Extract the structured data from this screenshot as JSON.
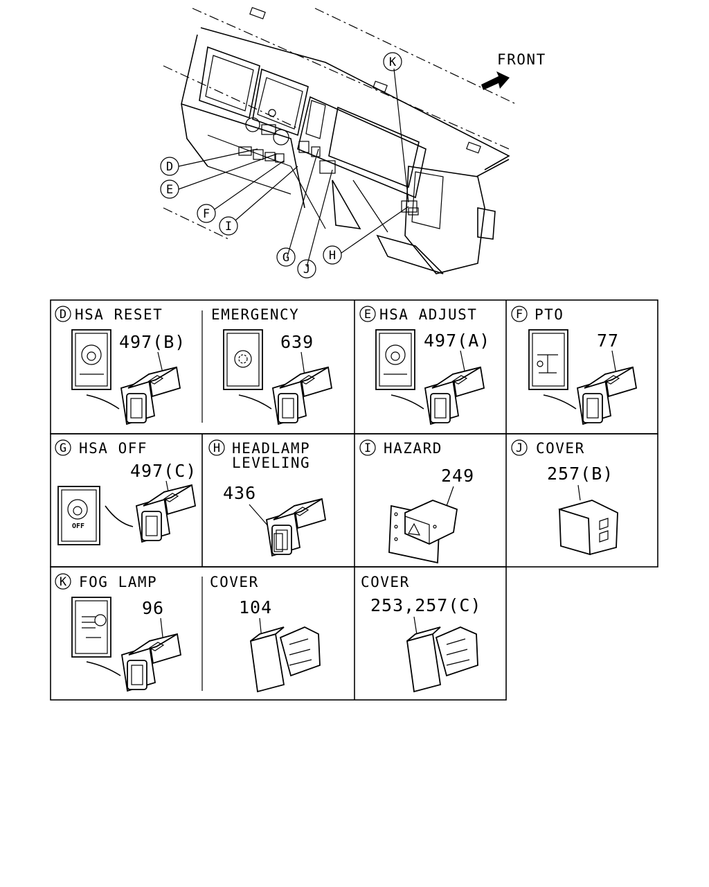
{
  "overview": {
    "front_label": "FRONT",
    "callouts": [
      "D",
      "E",
      "F",
      "I",
      "G",
      "J",
      "H",
      "K"
    ]
  },
  "cells": [
    {
      "letter": "D",
      "title": "HSA RESET",
      "part": "497(B)"
    },
    {
      "letter": "",
      "title": "EMERGENCY",
      "part": "639"
    },
    {
      "letter": "E",
      "title": "HSA ADJUST",
      "part": "497(A)"
    },
    {
      "letter": "F",
      "title": "PTO",
      "part": "77"
    },
    {
      "letter": "G",
      "title": "HSA OFF",
      "part": "497(C)",
      "icon_text": "OFF"
    },
    {
      "letter": "H",
      "title": "HEADLAMP",
      "title2": "LEVELING",
      "part": "436"
    },
    {
      "letter": "I",
      "title": "HAZARD",
      "part": "249"
    },
    {
      "letter": "J",
      "title": "COVER",
      "part": "257(B)"
    },
    {
      "letter": "K",
      "title": "FOG LAMP",
      "part": "96"
    },
    {
      "letter": "",
      "title": "COVER",
      "part": "104"
    },
    {
      "letter": "",
      "title": "COVER",
      "part": "253,257(C)"
    }
  ]
}
